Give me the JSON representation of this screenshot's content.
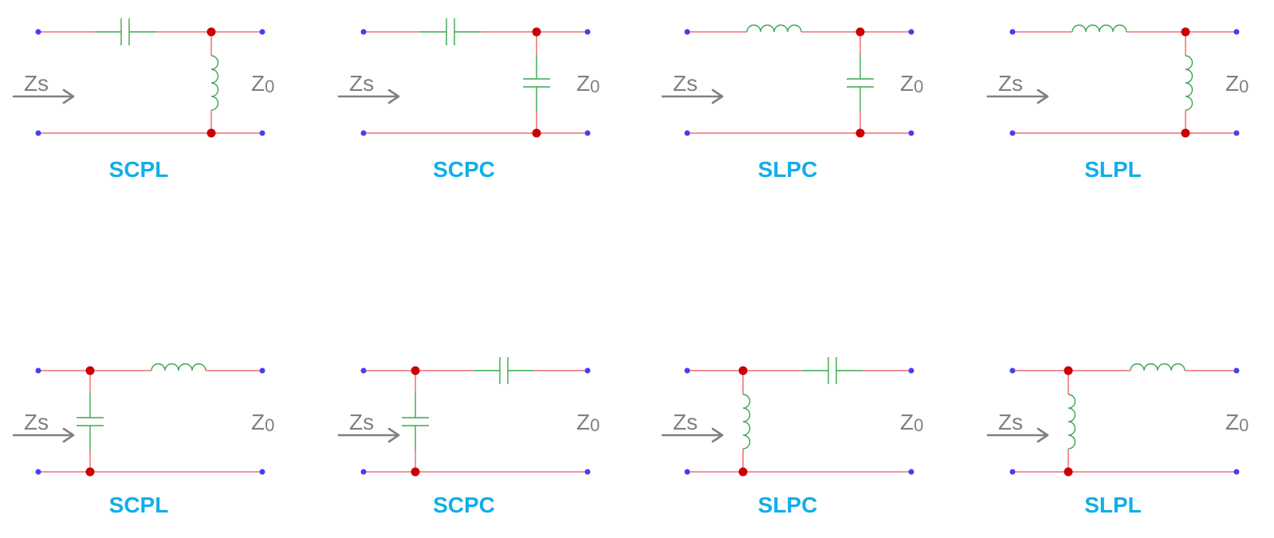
{
  "colors": {
    "wire": "#f06e78",
    "component": "#3aa84a",
    "junction": "#cc0000",
    "terminal": "#4a3cf0",
    "annotation": "#808080",
    "title": "#10aee8"
  },
  "circuits": [
    {
      "title": "SCPL",
      "source_label": "Zs",
      "load_label": "Z",
      "load_subscript": "0",
      "series": "capacitor",
      "shunt": "inductor"
    },
    {
      "title": "SCPC",
      "source_label": "Zs",
      "load_label": "Z",
      "load_subscript": "0",
      "series": "capacitor",
      "shunt": "capacitor"
    },
    {
      "title": "SLPC",
      "source_label": "Zs",
      "load_label": "Z",
      "load_subscript": "0",
      "series": "inductor",
      "shunt": "capacitor"
    },
    {
      "title": "SLPL",
      "source_label": "Zs",
      "load_label": "Z",
      "load_subscript": "0",
      "series": "inductor",
      "shunt": "inductor"
    },
    {
      "title": "SCPL",
      "source_label": "Zs",
      "load_label": "Z",
      "load_subscript": "0",
      "series": "inductor",
      "shunt": "capacitor"
    },
    {
      "title": "SCPC",
      "source_label": "Zs",
      "load_label": "Z",
      "load_subscript": "0",
      "series": "capacitor",
      "shunt": "capacitor"
    },
    {
      "title": "SLPC",
      "source_label": "Zs",
      "load_label": "Z",
      "load_subscript": "0",
      "series": "capacitor",
      "shunt": "inductor"
    },
    {
      "title": "SLPL",
      "source_label": "Zs",
      "load_label": "Z",
      "load_subscript": "0",
      "series": "inductor",
      "shunt": "inductor"
    }
  ]
}
